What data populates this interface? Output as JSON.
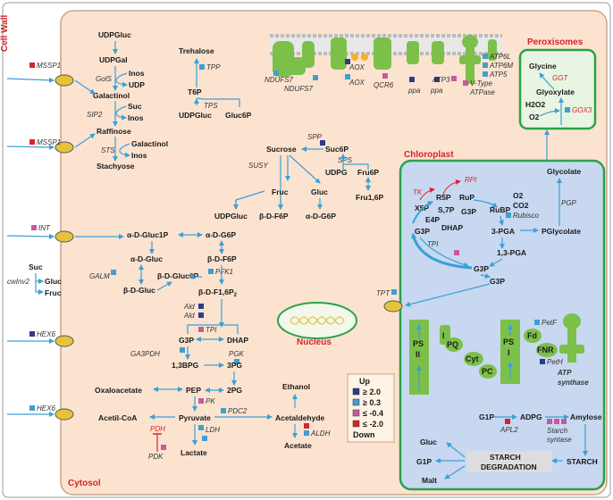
{
  "regions": {
    "cell_wall": "Cell Wall",
    "cytosol": "Cytosol",
    "peroxisomes": "Peroxisomes",
    "chloroplast": "Chloroplast",
    "nucleus": "Nucleus"
  },
  "transporters": {
    "mssp1_a": "MSSP1",
    "mssp1_b": "MSSP1",
    "int": "INT",
    "hex6_a": "HEX6",
    "hex6_b": "HEX6",
    "tpt": "TPT"
  },
  "cell_wall_items": {
    "suc": "Suc",
    "cwinv2": "cwInv2",
    "gluc": "Gluc",
    "fruc": "Fruc"
  },
  "raffinose": {
    "udpgluc": "UDPGluc",
    "udpgal": "UDPGal",
    "gols": "GolS",
    "inos1": "Inos",
    "udp": "UDP",
    "galactinol": "Galactinol",
    "sip2": "SIP2",
    "suc": "Suc",
    "inos2": "Inos",
    "raffinose": "Raffinose",
    "sts": "STS",
    "galactinol2": "Galactinol",
    "inos3": "Inos",
    "stachyose": "Stachyose"
  },
  "trehalose": {
    "trehalose": "Trehalose",
    "tpp": "TPP",
    "t6p": "T6P",
    "tps": "TPS",
    "udpgluc": "UDPGluc",
    "gluc6p": "Gluc6P"
  },
  "mito": {
    "ndufs7a": "NDUFS7",
    "ndufs7b": "NDUFS7",
    "aox1": "AOX",
    "aox2": "AOX",
    "qcr6": "QCR6",
    "ppa1": "ppa",
    "ppa2": "ppa",
    "atp3": "ATP3",
    "atp6l": "ATP6L",
    "atp6m": "ATP6M",
    "atp5": "ATP5",
    "vtype1": "V-Type",
    "vtype2": "ATPase"
  },
  "peroxisome": {
    "glycine": "Glycine",
    "ggt": "GGT",
    "glyoxylate": "Glyoxylate",
    "h2o2": "H2O2",
    "o2": "O2",
    "gox3": "GOX3"
  },
  "sucrose": {
    "spp": "SPP",
    "sucrose": "Sucrose",
    "suc6p": "Suc6P",
    "sps": "SPS",
    "susy": "SUSY",
    "udpg": "UDPG",
    "fru6p": "Fru6P",
    "fruc": "Fruc",
    "gluc": "Gluc",
    "fru16p": "Fru1,6P",
    "udpgluc": "UDPGluc",
    "bdf6p": "β-D-F6P",
    "adg6p": "α-D-G6P"
  },
  "glycolysis": {
    "adgluc1p": "α-D-Gluc1P",
    "adg6p": "α-D-G6P",
    "adgluc": "α-D-Gluc",
    "bdf6p": "β-D-F6P",
    "galm": "GALM",
    "bdgluc6p": "β-D-Gluc6P",
    "pfk1": "PFK1",
    "bdgluc": "β-D-Gluc",
    "bdf16p": "β-D-F1,6P",
    "bdf16p_sub": "2",
    "ald1": "Ald",
    "ald2": "Ald",
    "tpi": "TPI",
    "g3p": "G3P",
    "dhap": "DHAP",
    "ga3pdh": "GA3PDH",
    "pgk": "PGK",
    "bpg13": "1,3BPG",
    "pg3": "3PG",
    "oxaloacetate": "Oxaloacetate",
    "pep": "PEP",
    "pg2": "2PG",
    "ethanol": "Ethanol",
    "pk": "PK",
    "pdc2": "PDC2",
    "acetylcoa": "Acetil-CoA",
    "pyruvate": "Pyruvate",
    "acetaldehyde": "Acetaldehyde",
    "pdh": "PDH",
    "aldh": "ALDH",
    "ldh": "LDH",
    "pdk": "PDK",
    "lactate": "Lactate",
    "acetate": "Acetate"
  },
  "calvin": {
    "rpi": "RPI",
    "tk": "TK",
    "r5p": "R5P",
    "rup": "RuP",
    "x5p": "X5P",
    "s7p": "S,7P",
    "g3p1": "G3P",
    "rubp": "RuBP",
    "o2": "O2",
    "co2": "CO2",
    "rubisco": "Rubisco",
    "e4p": "E4P",
    "dhap": "DHAP",
    "g3p2": "G3P",
    "pga3": "3-PGA",
    "pglycolate": "PGlycolate",
    "tpi": "TPI",
    "pga13": "1,3-PGA",
    "g3p3": "G3P",
    "g3p4": "G3P",
    "glycolate": "Glycolate",
    "pgp": "PGP"
  },
  "light": {
    "ps2a": "PS",
    "ps2b": "II",
    "ps1a": "PS",
    "ps1b": "I",
    "i": "I",
    "pq": "PQ",
    "cyt": "Cyt",
    "pc": "PC",
    "fd": "Fd",
    "fnr": "FNR",
    "petf": "PetF",
    "peth": "PetH",
    "atp1": "ATP",
    "atp2": "synthase"
  },
  "starch": {
    "g1p": "G1P",
    "apl2": "APL2",
    "adpg": "ADPG",
    "amylose": "Amylose",
    "ss1": "Starch",
    "ss2": "syntase",
    "gluc": "Gluc",
    "g1p2": "G1P",
    "deg1": "STARCH",
    "deg2": "DEGRADATION",
    "starch": "STARCH",
    "malt": "Malt"
  },
  "legend": {
    "up": "Up",
    "down": "Down",
    "items": [
      "≥ 2.0",
      "≥ 0.3",
      "≤ -0.4",
      "≤ -2.0"
    ],
    "colors": [
      "#2e3a8c",
      "#3fa0d0",
      "#c65a9e",
      "#d8232a"
    ]
  }
}
